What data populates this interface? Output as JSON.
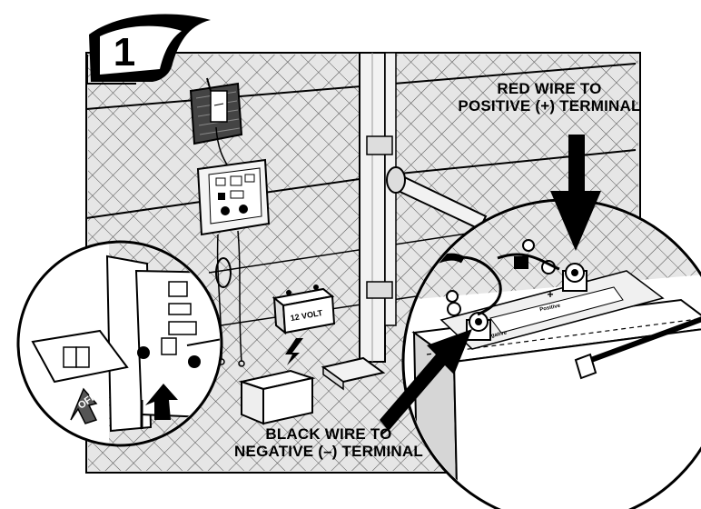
{
  "step": {
    "number": "1"
  },
  "callouts": {
    "red_wire": {
      "line1": "RED WIRE TO",
      "line2": "POSITIVE (+) TERMINAL"
    },
    "black_wire": {
      "line1": "BLACK WIRE TO",
      "line2": "NEGATIVE (–) TERMINAL"
    }
  },
  "labels": {
    "battery_small": "12 VOLT",
    "switch": "OFF",
    "positive_sign": "+",
    "positive_word": "Positive",
    "negative_sign": "–",
    "negative_word": "Negative"
  },
  "icons": {
    "solar_panel": "solar-panel-icon",
    "control_box": "control-box-icon",
    "battery": "battery-icon",
    "arrow": "arrow-icon"
  },
  "colors": {
    "ink": "#000000",
    "fill_light": "#ececec",
    "fill_mid": "#bdbdbd",
    "paper": "#ffffff"
  }
}
